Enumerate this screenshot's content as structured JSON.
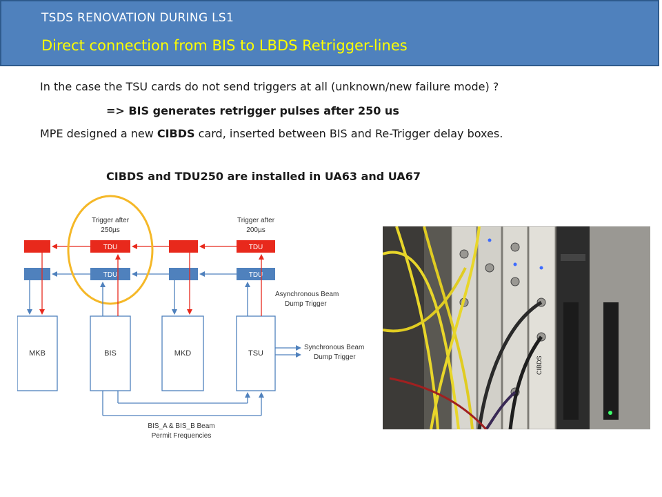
{
  "header": {
    "title": "TSDS RENOVATION DURING LS1",
    "subtitle": "Direct connection from BIS to LBDS Retrigger-lines"
  },
  "body": {
    "line1": "In the case the TSU cards do not send triggers at all (unknown/new failure mode) ?",
    "line2": "=> BIS generates retrigger pulses after 250 us",
    "line3_pre": "MPE designed a new ",
    "line3_bold": "CIBDS",
    "line3_post": " card, inserted between BIS and Re-Trigger delay boxes.",
    "line4": "CIBDS and TDU250 are installed in UA63 and UA67"
  },
  "diagram": {
    "trigger_250_l1": "Trigger after",
    "trigger_250_l2": "250µs",
    "trigger_200_l1": "Trigger after",
    "trigger_200_l2": "200µs",
    "tdu": "TDU",
    "boxes": {
      "mkb": "MKB",
      "bis": "BIS",
      "mkd": "MKD",
      "tsu": "TSU"
    },
    "async_l1": "Asynchronous Beam",
    "async_l2": "Dump Trigger",
    "sync_l1": "Synchronous Beam",
    "sync_l2": "Dump Trigger",
    "permit_l1": "BIS_A & BIS_B Beam",
    "permit_l2": "Permit Frequencies",
    "colors": {
      "red": "#e8291c",
      "blue": "#4f81bd",
      "highlight": "#f5b828"
    }
  },
  "photo": {
    "card_label": "CIBDS"
  }
}
